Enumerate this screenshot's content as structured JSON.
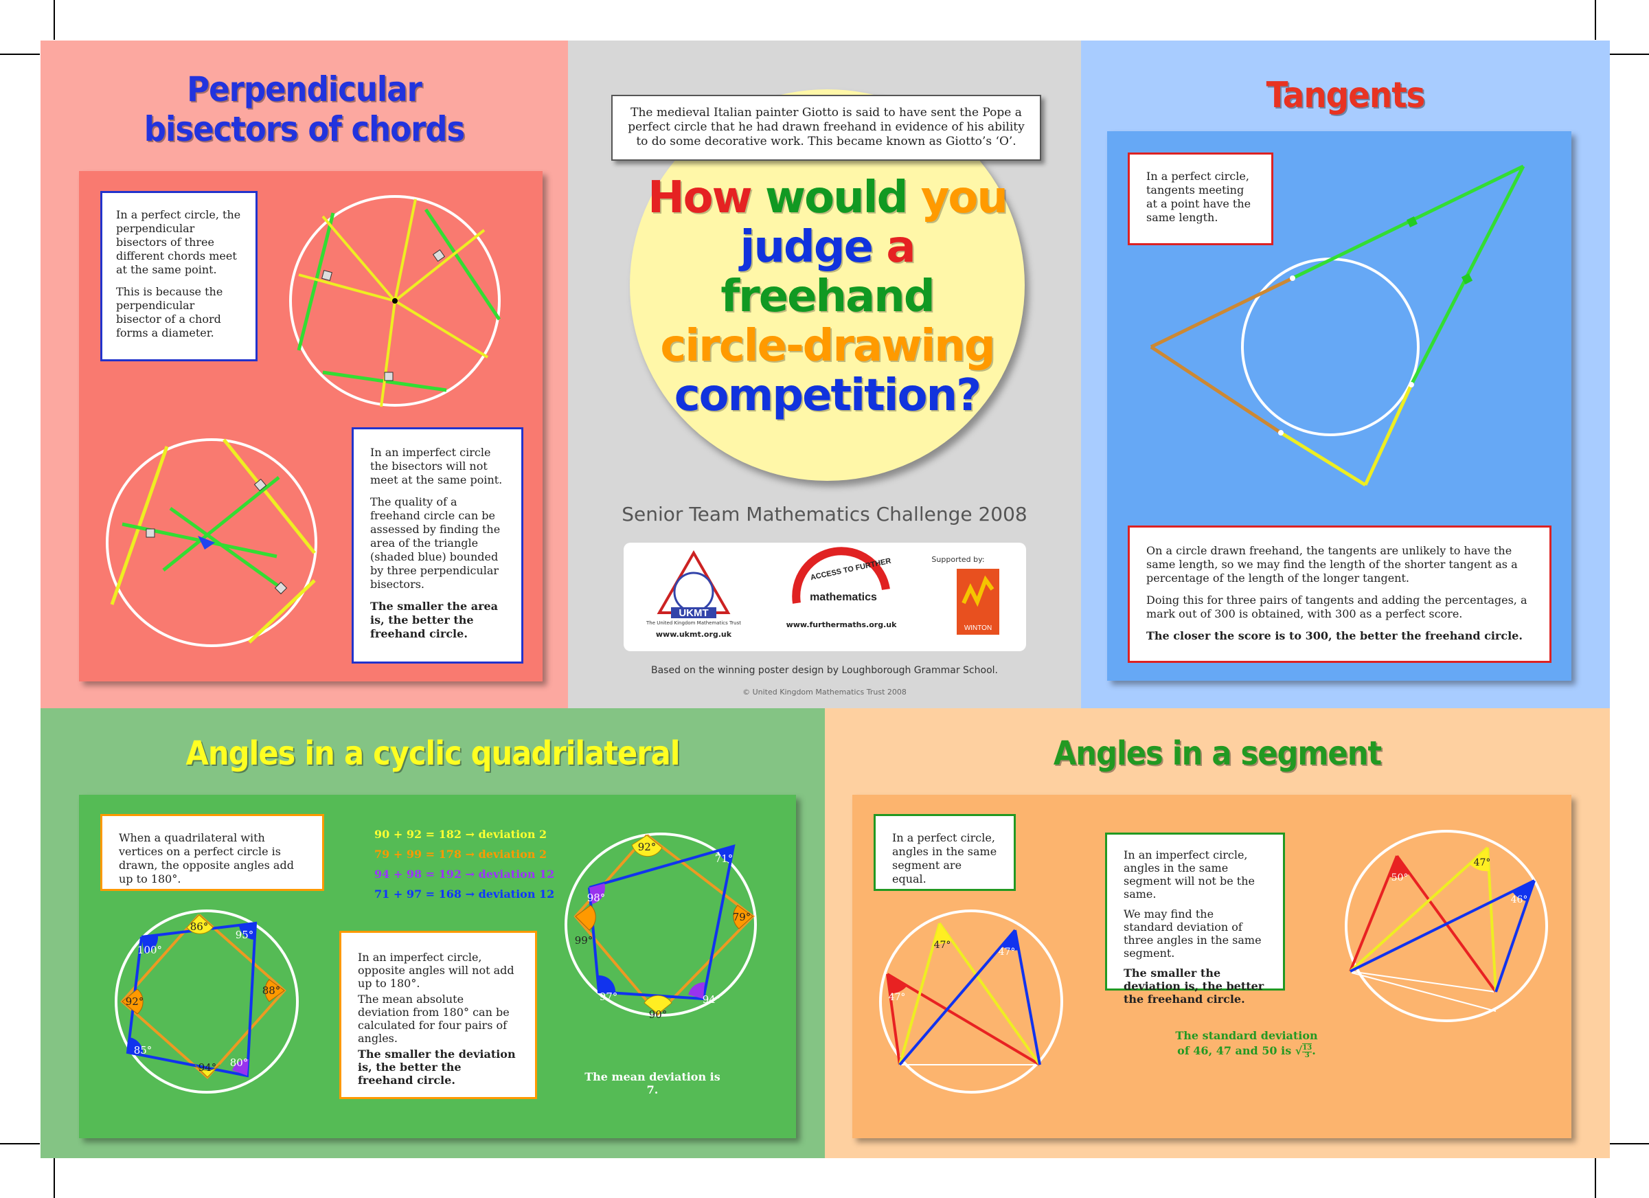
{
  "center": {
    "intro": "The medieval Italian painter Giotto is said to have sent the Pope a perfect circle that he had drawn freehand in evidence of his ability to do some decorative work. This became known as Giotto’s ‘O’.",
    "question": {
      "w1": "How",
      "w2": "would",
      "w3": "you",
      "w4": "judge",
      "w5": "a",
      "w6": "freehand",
      "w7": "circle-drawing",
      "w8": "competition?"
    },
    "challenge": "Senior Team Mathematics Challenge 2008",
    "ukmt_logo": "UKMT",
    "ukmt_name": "The United Kingdom Mathematics Trust",
    "ukmt_url": "www.ukmt.org.uk",
    "fm_arc": "ACCESS TO FURTHER",
    "fm_word": "mathematics",
    "fm_url": "www.furthermaths.org.uk",
    "supported_by": "Supported by:",
    "winton": "WINTON",
    "based_on": "Based on the winning poster design by Loughborough Grammar School.",
    "copyright": "© United Kingdom Mathematics Trust 2008"
  },
  "bisectors": {
    "title1": "Perpendicular",
    "title2": "bisectors of chords",
    "box1_p1": "In a perfect circle, the perpendicular bisectors of three different chords meet at the same point.",
    "box1_p2": "This is because the perpendicular bisector of a chord forms a diameter.",
    "box2_p1": "In an imperfect circle the bisectors will not meet at the same point.",
    "box2_p2": "The quality of a freehand circle can be assessed by finding the area of the triangle (shaded blue) bounded by three perpendicular bisectors.",
    "box2_p3": "The smaller the area is, the better the freehand circle."
  },
  "tangents": {
    "title": "Tangents",
    "box1": "In a perfect circle, tangents meeting at a point have the same length.",
    "box2_p1": "On a circle drawn freehand, the tangents are unlikely to have the same length, so we may find the length of the shorter tangent as a percentage of the length of the longer tangent.",
    "box2_p2": "Doing this for three pairs of tangents and adding the percentages, a mark out of 300 is obtained, with 300 as a perfect score.",
    "box2_p3": "The closer the score is to 300, the better the freehand circle."
  },
  "cyclic": {
    "title": "Angles in a cyclic quadrilateral",
    "box1": "When a quadrilateral with vertices on a perfect circle is drawn, the opposite angles add up to 180°.",
    "sums": [
      {
        "text": "90 + 92 = 182 → deviation 2",
        "color": "#ffff33"
      },
      {
        "text": "79 + 99 = 178 → deviation 2",
        "color": "#ff9900"
      },
      {
        "text": "94 + 98 = 192 → deviation 12",
        "color": "#9933ff"
      },
      {
        "text": "71 + 97 = 168 → deviation 12",
        "color": "#1133ff"
      }
    ],
    "box2_p1": "In an imperfect circle, opposite angles will not add up to 180°.",
    "box2_p2": "The mean absolute deviation from 180° can be calculated for four pairs of angles.",
    "box2_p3": "The smaller the deviation is, the better the freehand circle.",
    "mean_note": "The mean deviation is 7.",
    "left_angles": [
      "86°",
      "95°",
      "100°",
      "88°",
      "92°",
      "85°",
      "80°",
      "94°"
    ],
    "right_angles": [
      "92°",
      "71°",
      "98°",
      "79°",
      "99°",
      "97°",
      "94°",
      "90°"
    ]
  },
  "segment": {
    "title": "Angles in a segment",
    "box1": "In a perfect circle, angles in the same segment are equal.",
    "box2_p1": "In an imperfect circle, angles in the same segment will not be the same.",
    "box2_p2": "We may find the standard deviation of three angles in the same segment.",
    "box2_p3": "The smaller the deviation is, the better the freehand circle.",
    "sd_line1": "The standard deviation",
    "sd_line2": "of 46, 47 and 50 is",
    "sd_num": "13",
    "sd_den": "3",
    "left_angles": [
      "47°",
      "47°",
      "47°"
    ],
    "right_angles": [
      "50°",
      "47°",
      "46°"
    ]
  }
}
